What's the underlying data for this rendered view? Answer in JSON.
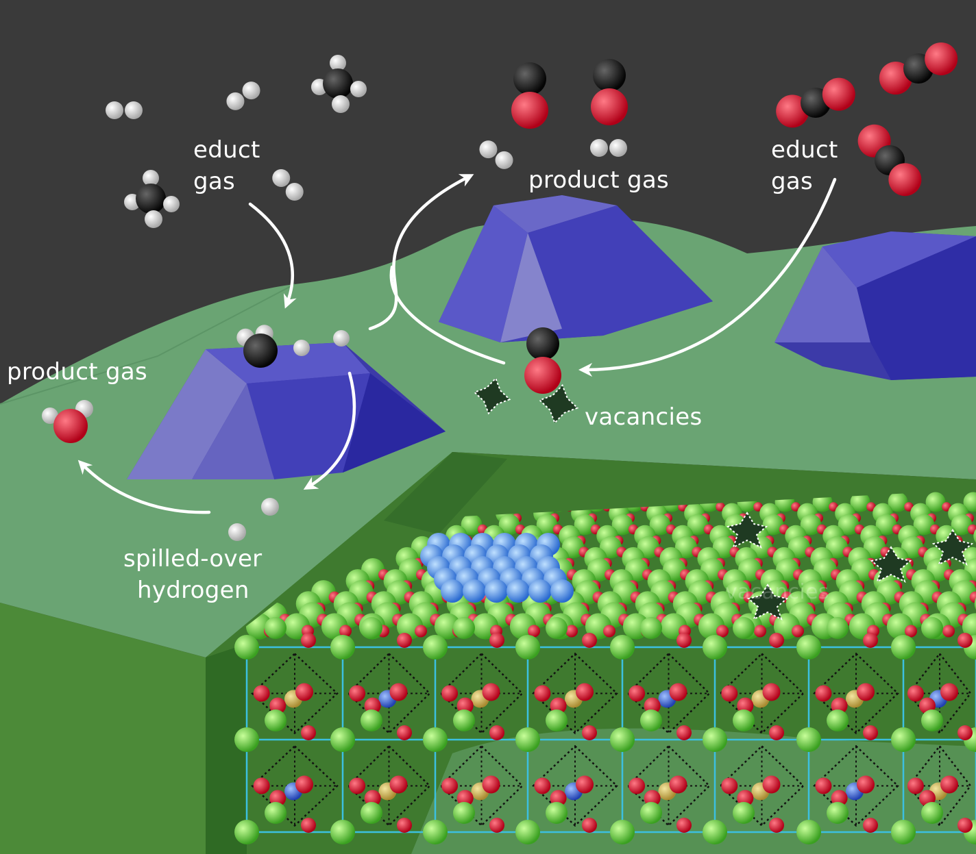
{
  "labels": {
    "educt_gas_left_line1": "educt",
    "educt_gas_left_line2": "gas",
    "product_gas_top": "product gas",
    "educt_gas_right_line1": "educt",
    "educt_gas_right_line2": "gas",
    "product_gas_left": "product gas",
    "vacancies": "vacancies",
    "spilled_over_line1": "spilled-over",
    "spilled_over_line2": "hydrogen",
    "vacancies_faint": "vacancies"
  },
  "colors": {
    "background": "#3a3a3a",
    "support_surface": "#6aa473",
    "support_side": "#3f7a2f",
    "particle": "#4a47b8",
    "oxygen": "#e0202f",
    "carbon": "#1a1a1a",
    "hydrogen": "#d8d8d8",
    "lattice_green": "#6ddc3c",
    "cluster_blue": "#4a90e0",
    "lattice_lines": "#3cc0e0",
    "arrow": "#ffffff"
  },
  "icons": {
    "molecule_ch4": "methane-molecule-icon",
    "molecule_h2": "hydrogen-molecule-icon",
    "molecule_co": "carbon-monoxide-molecule-icon",
    "molecule_co2": "carbon-dioxide-molecule-icon",
    "molecule_h2o": "water-molecule-icon",
    "vacancy": "vacancy-icon"
  }
}
